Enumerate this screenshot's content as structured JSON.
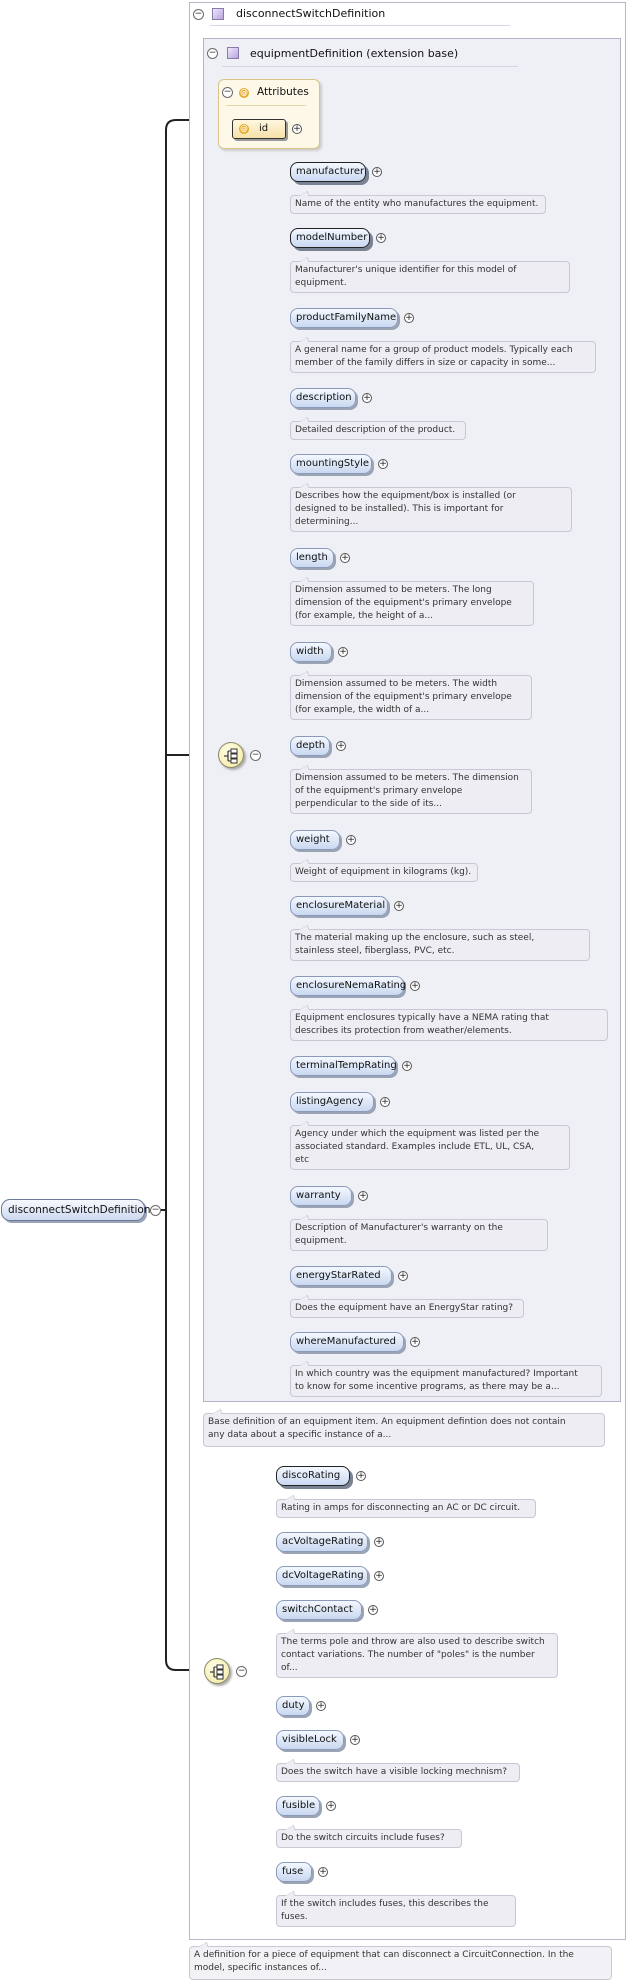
{
  "root": {
    "label": "disconnectSwitchDefinition"
  },
  "type_box": {
    "title": "disconnectSwitchDefinition"
  },
  "extension": {
    "title": "equipmentDefinition (extension base)"
  },
  "attributes": {
    "title": "Attributes",
    "id_label": "id"
  },
  "base_elements": [
    {
      "name": "manufacturer",
      "doc": [
        "Name of the entity who manufactures the equipment."
      ]
    },
    {
      "name": "modelNumber",
      "doc": [
        "Manufacturer's unique identifier for this model of",
        "equipment."
      ]
    },
    {
      "name": "productFamilyName",
      "doc": [
        "A general name for a group of product models. Typically each",
        "member of the family differs in size or capacity in some..."
      ]
    },
    {
      "name": "description",
      "doc": [
        "Detailed description of the product."
      ]
    },
    {
      "name": "mountingStyle",
      "doc": [
        "Describes how the equipment/box is installed (or",
        "designed to be installed). This is important for",
        "determining..."
      ]
    },
    {
      "name": "length",
      "doc": [
        "Dimension assumed to be meters. The long",
        "dimension of the equipment's primary envelope",
        "(for example, the height of a..."
      ]
    },
    {
      "name": "width",
      "doc": [
        "Dimension assumed to be meters. The width",
        "dimension of the equipment's primary envelope",
        "(for example, the width of a..."
      ]
    },
    {
      "name": "depth",
      "doc": [
        "Dimension assumed to be meters. The dimension",
        "of the equipment's primary envelope",
        "perpendicular to the side of its..."
      ]
    },
    {
      "name": "weight",
      "doc": [
        "Weight of equipment in kilograms (kg)."
      ]
    },
    {
      "name": "enclosureMaterial",
      "doc": [
        "The material making up the enclosure, such as steel,",
        "stainless steel, fiberglass, PVC, etc."
      ]
    },
    {
      "name": "enclosureNemaRating",
      "doc": [
        "Equipment enclosures typically have a NEMA rating that",
        "describes its protection from weather/elements."
      ]
    },
    {
      "name": "terminalTempRating",
      "doc": []
    },
    {
      "name": "listingAgency",
      "doc": [
        "Agency under which the equipment was listed per the",
        "associated standard. Examples include ETL, UL, CSA,",
        "etc"
      ]
    },
    {
      "name": "warranty",
      "doc": [
        "Description of Manufacturer's warranty on the",
        "equipment."
      ]
    },
    {
      "name": "energyStarRated",
      "doc": [
        "Does the equipment have an EnergyStar rating?"
      ]
    },
    {
      "name": "whereManufactured",
      "doc": [
        "In which country was the equipment manufactured? Important",
        "to know for some incentive programs, as there may be a..."
      ]
    }
  ],
  "extension_doc": [
    "Base definition of an equipment item. An equipment defintion does not contain",
    "any data about a specific instance of a..."
  ],
  "own_elements": [
    {
      "name": "discoRating",
      "doc": [
        "Rating in amps for disconnecting an AC or DC circuit."
      ]
    },
    {
      "name": "acVoltageRating",
      "doc": []
    },
    {
      "name": "dcVoltageRating",
      "doc": []
    },
    {
      "name": "switchContact",
      "doc": [
        "The terms pole and throw are also used to describe switch",
        "contact variations. The number of \"poles\" is the number",
        "of..."
      ]
    },
    {
      "name": "duty",
      "doc": []
    },
    {
      "name": "visibleLock",
      "doc": [
        "Does the switch have a visible locking mechnism?"
      ]
    },
    {
      "name": "fusible",
      "doc": [
        "Do the switch circuits include fuses?"
      ]
    },
    {
      "name": "fuse",
      "doc": [
        "If the switch includes fuses, this describes the",
        "fuses."
      ]
    }
  ],
  "type_doc": [
    "A definition for a piece of equipment that can disconnect a CircuitConnection. In the",
    "model, specific instances of..."
  ],
  "icons": {
    "collapse": "collapse-minus-icon",
    "expand": "expand-plus-icon",
    "type": "complex-type-icon",
    "attribute": "attribute-at-icon",
    "sequence": "sequence-compositor-icon"
  },
  "glyphs": {
    "minus": "−",
    "plus": "+",
    "at": "@"
  },
  "colors": {
    "element_fill": "#c9d8f0",
    "attribute_fill": "#f6e1a8",
    "doc_fill": "#ededf3",
    "sequence_fill": "#f2ea9c"
  }
}
